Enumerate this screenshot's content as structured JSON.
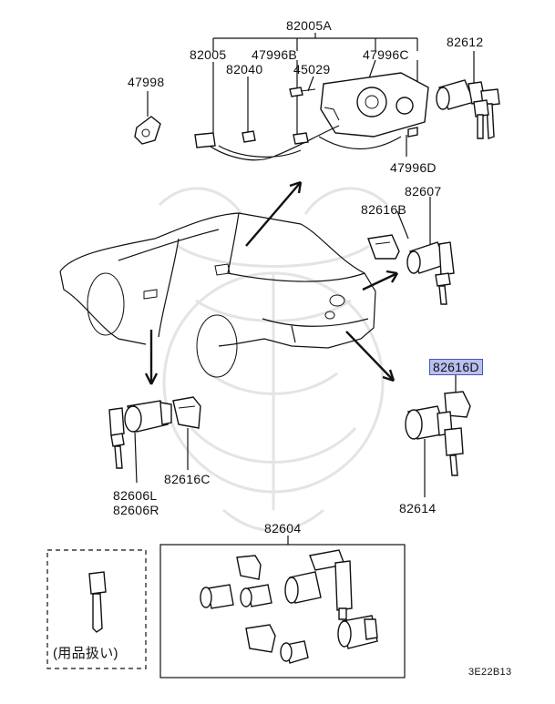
{
  "labels": {
    "p82005A": "82005A",
    "p82005": "82005",
    "p47996B": "47996B",
    "p47996C": "47996C",
    "p82612": "82612",
    "p47998": "47998",
    "p82040": "82040",
    "p45029": "45029",
    "p47996D": "47996D",
    "p82607": "82607",
    "p82616B": "82616B",
    "p82616D": "82616D",
    "p82606L": "82606L",
    "p82606R": "82606R",
    "p82616C": "82616C",
    "p82614": "82614",
    "p82604": "82604",
    "note": "(用品扱い)",
    "code": "3E22B13"
  },
  "colors": {
    "highlight_bg": "#b9bff0",
    "highlight_border": "#4a53b8",
    "line": "#111111",
    "watermark": "#e4e4e4"
  },
  "icons": [
    "key-icon",
    "lock-cylinder-icon",
    "retainer-clip-icon",
    "car-outline-icon",
    "samurai-watermark-icon"
  ]
}
